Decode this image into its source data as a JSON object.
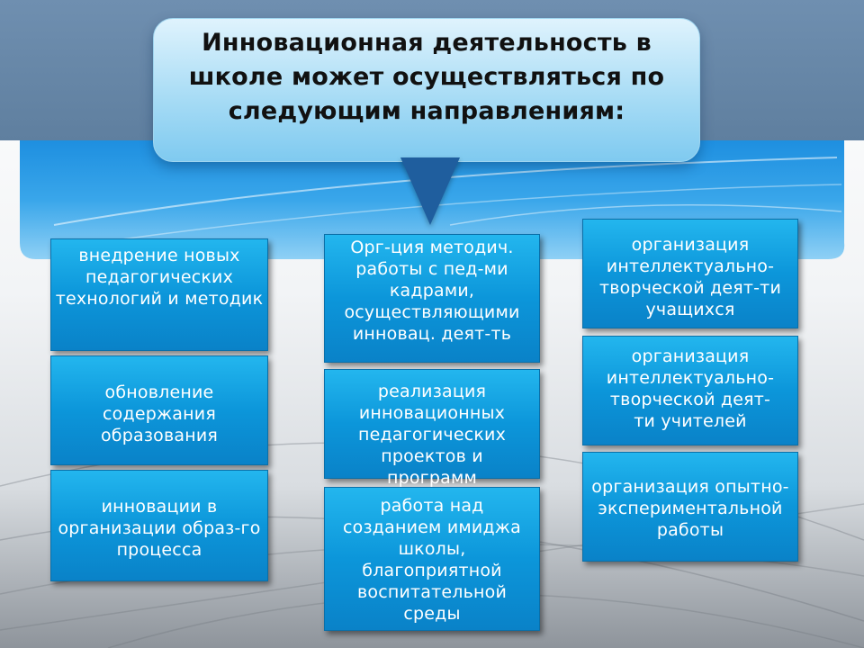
{
  "title": "Инновационная деятельность в школе может осуществляться по следующим направлениям:",
  "columns": [
    {
      "boxes": [
        "внедрение новых педагогических технологий и методик",
        "обновление содержания образования",
        "инновации в организации образ-го процесса"
      ]
    },
    {
      "boxes": [
        "Орг-ция методич. работы с пед-ми кадрами, осуществляющими инновац. деят-ть",
        "реализация инновационных педагогических проектов и программ",
        "работа над созданием имиджа школы, благоприятной воспитательной среды"
      ]
    },
    {
      "boxes": [
        "организация интеллектуально-творческой деят-ти учащихся",
        "организация интеллектуально-творческой деят-ти учителей",
        "организация опытно-экспериментальной работы"
      ]
    }
  ]
}
